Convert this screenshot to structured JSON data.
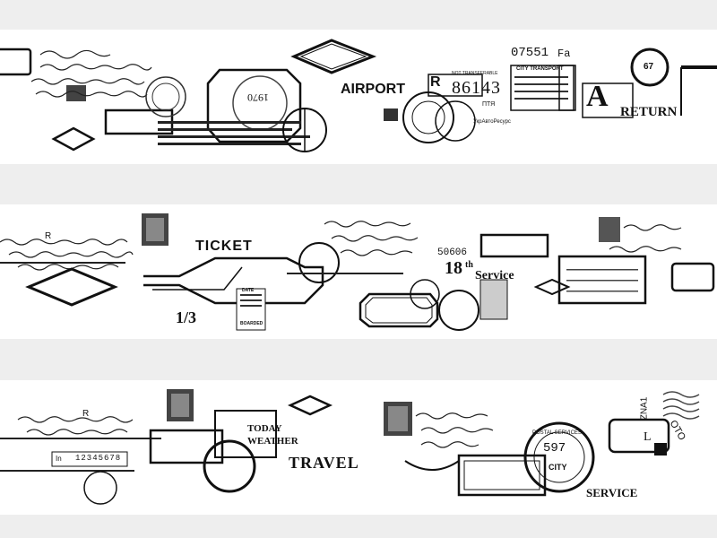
{
  "strips": [
    {
      "airport": "AIRPORT",
      "ticket_no": "86143",
      "ticket_prefix": "R",
      "ticket_small": "NOT TRANSFERABLE",
      "stamp_top": "07551",
      "stamp_top_suffix": "Fa",
      "stamp_top_sub": "CITY TRANSPORT",
      "stamp_left_year": "1970",
      "big_letter": "A",
      "return": "RETURN",
      "badge_number": "67",
      "cyrillic_label": "УкрАвтоРесурс",
      "cyrillic_small": "ПТЯ"
    },
    {
      "ticket": "TICKET",
      "fraction": "1/3",
      "number": "50606",
      "big_number": "18",
      "superscript": "th",
      "service": "Service",
      "letter_r": "R",
      "date_label": "DATE",
      "boarded_label": "BOARDED"
    },
    {
      "today": "TODAY",
      "weather": "WEATHER",
      "travel": "TRAVEL",
      "service": "SERVICE",
      "city": "CITY",
      "postal": "POSTAL SERVICES",
      "stamp_number": "597",
      "digits": "12345678",
      "in_label": "In",
      "letter_r": "R",
      "letter_l": "L",
      "corner_text": "ZNA1",
      "corner_text_2": "OTO"
    }
  ],
  "colors": {
    "ink": "#111111",
    "paper": "#ffffff",
    "background": "#eeeeee"
  }
}
